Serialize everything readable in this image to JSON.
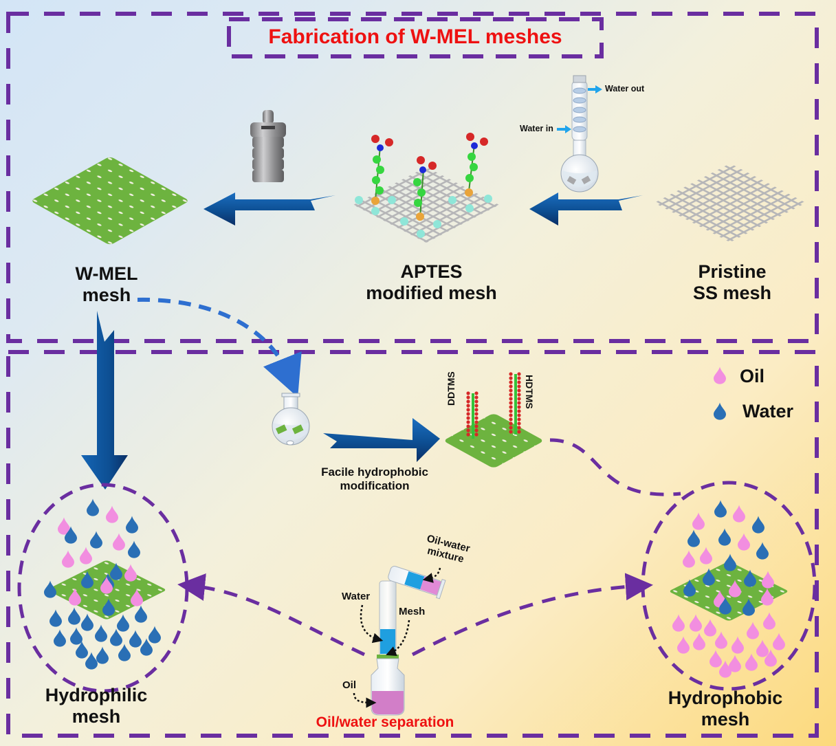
{
  "title": "Fabrication of W-MEL meshes",
  "top_panel": {
    "stages": [
      {
        "id": "pristine",
        "label_line1": "Pristine",
        "label_line2": "SS mesh"
      },
      {
        "id": "aptes",
        "label_line1": "APTES",
        "label_line2": "modified mesh"
      },
      {
        "id": "wmel",
        "label_line1": "W-MEL",
        "label_line2": "mesh"
      }
    ],
    "reflux": {
      "water_out": "Water out",
      "water_in": "Water in"
    }
  },
  "bottom_panel": {
    "legend": [
      {
        "label": "Oil",
        "color": "#f28ee0"
      },
      {
        "label": "Water",
        "color": "#2a6fb5"
      }
    ],
    "modification_label_line1": "Facile hydrophobic",
    "modification_label_line2": "modification",
    "silanes": [
      "DDTMS",
      "HDTMS"
    ],
    "hydrophilic": {
      "label_line1": "Hydrophilic",
      "label_line2": "mesh"
    },
    "hydrophobic": {
      "label_line1": "Hydrophobic",
      "label_line2": "mesh"
    },
    "separation": {
      "title": "Oil/water separation",
      "mixture_line1": "Oil-water",
      "mixture_line2": "mixture",
      "water": "Water",
      "mesh": "Mesh",
      "oil": "Oil"
    }
  },
  "colors": {
    "frame": "#6a2ea0",
    "arrow": "#0e4f8f",
    "title": "#ee1111",
    "mesh_green": "#6db33f",
    "mesh_grey": "#b9b9bb",
    "oil": "#f28ee0",
    "water": "#2a6fb5"
  }
}
